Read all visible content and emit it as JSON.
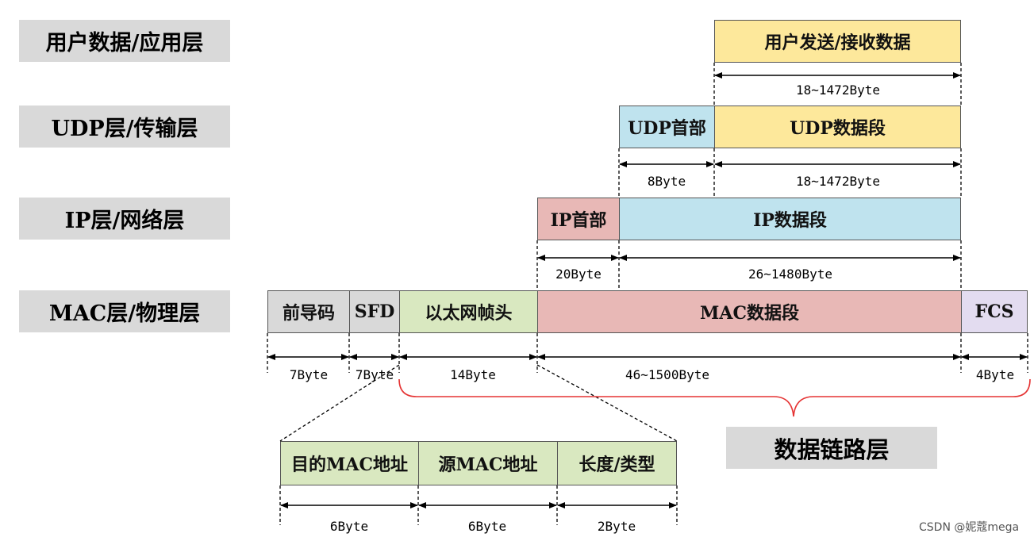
{
  "layers": {
    "app": "用户数据/应用层",
    "udp": "UDP层/传输层",
    "ip": "IP层/网络层",
    "mac": "MAC层/物理层",
    "datalink": "数据链路层"
  },
  "app_row": {
    "data": "用户发送/接收数据",
    "size": "18~1472Byte"
  },
  "udp_row": {
    "header": "UDP首部",
    "data": "UDP数据段",
    "header_size": "8Byte",
    "data_size": "18~1472Byte"
  },
  "ip_row": {
    "header": "IP首部",
    "data": "IP数据段",
    "header_size": "20Byte",
    "data_size": "26~1480Byte"
  },
  "mac_row": {
    "preamble": "前导码",
    "sfd": "SFD",
    "eth_header": "以太网帧头",
    "data": "MAC数据段",
    "fcs": "FCS",
    "preamble_size": "7Byte",
    "sfd_size": "7Byte",
    "eth_header_size": "14Byte",
    "data_size": "46~1500Byte",
    "fcs_size": "4Byte"
  },
  "eth_header_detail": {
    "dst": "目的MAC地址",
    "src": "源MAC地址",
    "type": "长度/类型",
    "dst_size": "6Byte",
    "src_size": "6Byte",
    "type_size": "2Byte"
  },
  "watermark": "CSDN @妮蔻mega"
}
